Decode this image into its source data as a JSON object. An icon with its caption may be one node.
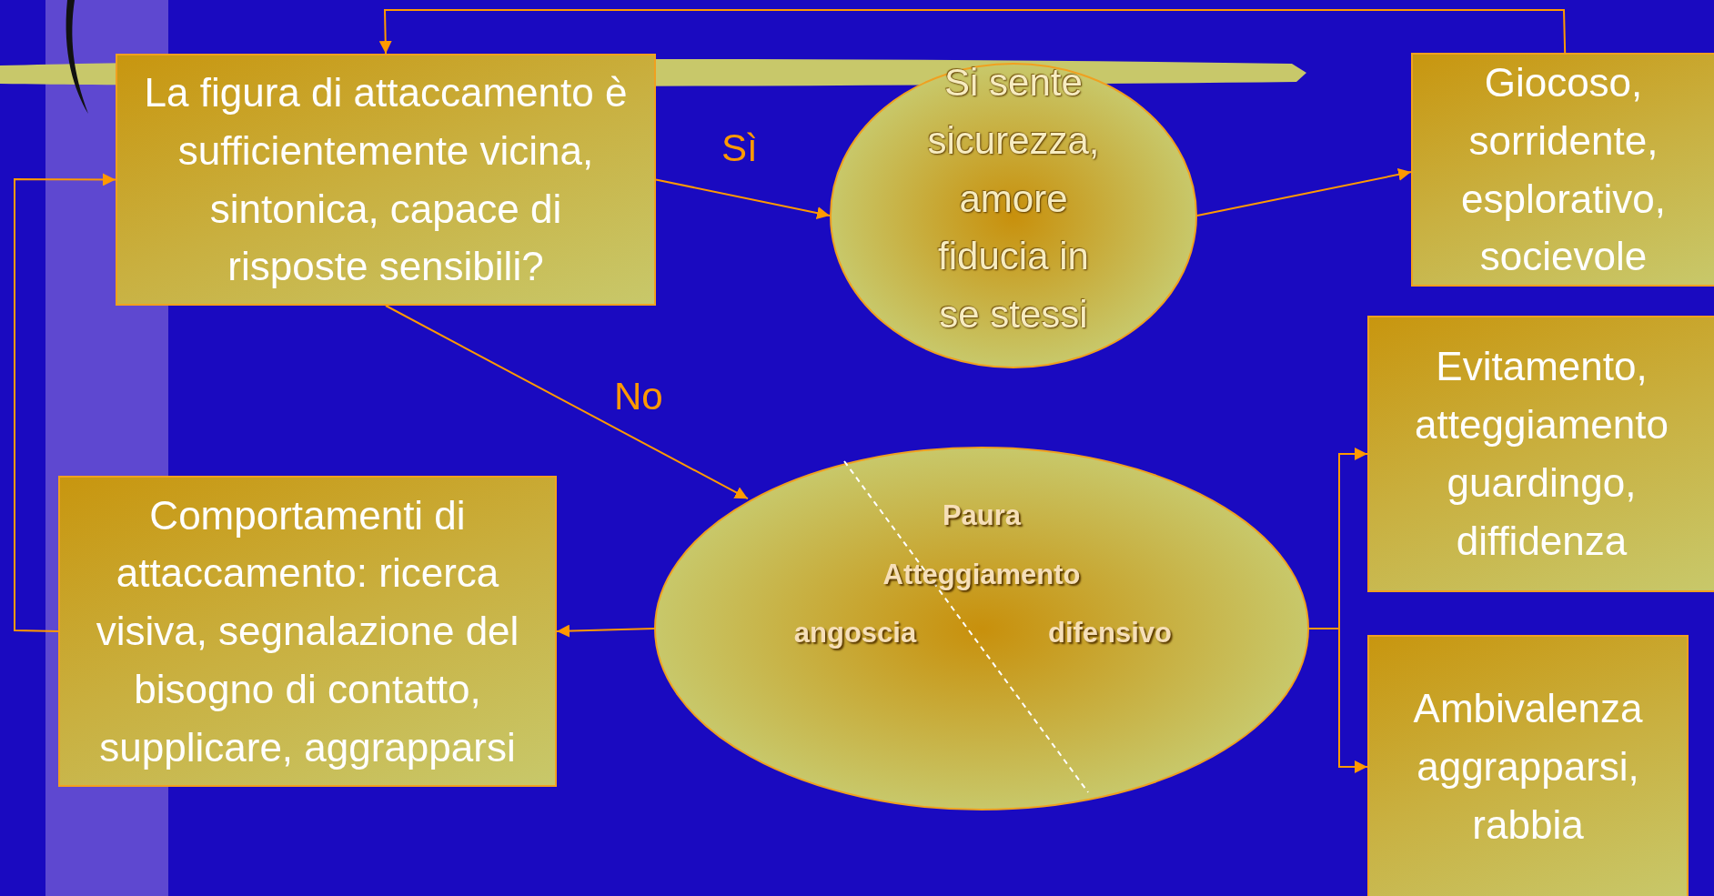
{
  "diagram": {
    "nodes": [
      {
        "text": [
          "La figura di attaccamento è sufficientemente vicina, sintonica, capace di risposte sensibili?"
        ]
      },
      {
        "text": [
          "Si sente sicurezza, amore fiducia in se stessi"
        ]
      },
      {
        "text": [
          "Giocoso, sorridente, esplorativo, socievole"
        ]
      },
      {
        "text": [
          "Paura",
          "Atteggiamento",
          "angoscia",
          "difensivo"
        ]
      },
      {
        "text": [
          "Comportamenti di attaccamento: ricerca visiva, segnalazione del bisogno di contatto, supplicare, aggrapparsi"
        ]
      },
      {
        "text": [
          "Evitamento, atteggiamento guardingo, diffidenza"
        ]
      },
      {
        "text": [
          "Ambivalenza aggrapparsi, rabbia"
        ]
      }
    ],
    "edges": [
      {
        "from": 0,
        "to": 1,
        "arrow": "to",
        "label": "Sì"
      },
      {
        "from": 1,
        "to": 2,
        "arrow": "to"
      },
      {
        "from": 0,
        "to": 3,
        "arrow": "to",
        "label": "No"
      },
      {
        "from": 3,
        "to": 4,
        "arrow": "to"
      },
      {
        "from": 4,
        "to": 0,
        "arrow": "to"
      },
      {
        "from": 2,
        "to": 0,
        "arrow": "to"
      },
      {
        "from": 3,
        "to": 5,
        "arrow": "to"
      },
      {
        "from": 3,
        "to": 6,
        "arrow": "to"
      }
    ]
  }
}
